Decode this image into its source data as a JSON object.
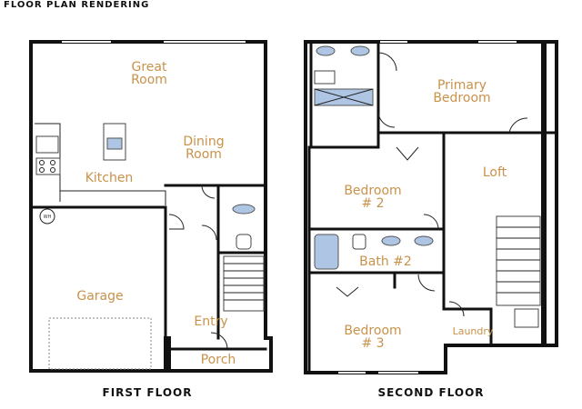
{
  "header": {
    "title": "FLOOR PLAN RENDERING"
  },
  "first_floor": {
    "caption": "FIRST FLOOR",
    "rooms": {
      "great_room_1": "Great",
      "great_room_2": "Room",
      "dining_1": "Dining",
      "dining_2": "Room",
      "kitchen": "Kitchen",
      "garage": "Garage",
      "entry": "Entry",
      "porch": "Porch"
    },
    "wh_label": "WH"
  },
  "second_floor": {
    "caption": "SECOND FLOOR",
    "rooms": {
      "primary_1": "Primary",
      "primary_2": "Bedroom",
      "loft": "Loft",
      "bedroom2_1": "Bedroom",
      "bedroom2_2": "# 2",
      "bath2": "Bath #2",
      "bedroom3_1": "Bedroom",
      "bedroom3_2": "# 3",
      "laundry": "Laundry"
    }
  },
  "colors": {
    "room_label": "#c8924a",
    "walls": "#111111",
    "fixture_blue": "#aec6e4"
  }
}
